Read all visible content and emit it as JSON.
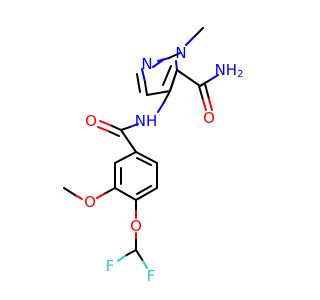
{
  "molecule": {
    "atoms": {
      "n_ring_double": {
        "text": "N",
        "color": "#0000ff"
      },
      "n_ring_methyl": {
        "text": "N",
        "color": "#0000ff"
      },
      "nh2_amide": {
        "text": "NH",
        "sub": "2",
        "color": "#0000ff"
      },
      "o_amide_top": {
        "text": "O",
        "color": "#ff0000"
      },
      "nh_amide": {
        "text": "NH",
        "color": "#0000ff"
      },
      "o_amide_left": {
        "text": "O",
        "color": "#ff0000"
      },
      "o_methoxy": {
        "text": "O",
        "color": "#ff0000"
      },
      "o_ether": {
        "text": "O",
        "color": "#ff0000"
      },
      "f_left": {
        "text": "F",
        "color": "#33cccc"
      },
      "f_right": {
        "text": "F",
        "color": "#33cccc"
      }
    },
    "colors": {
      "carbon_bond": "#000000",
      "nitrogen": "#0000ff",
      "oxygen": "#ff0000",
      "fluorine": "#33cccc",
      "background": "#ffffff"
    }
  }
}
